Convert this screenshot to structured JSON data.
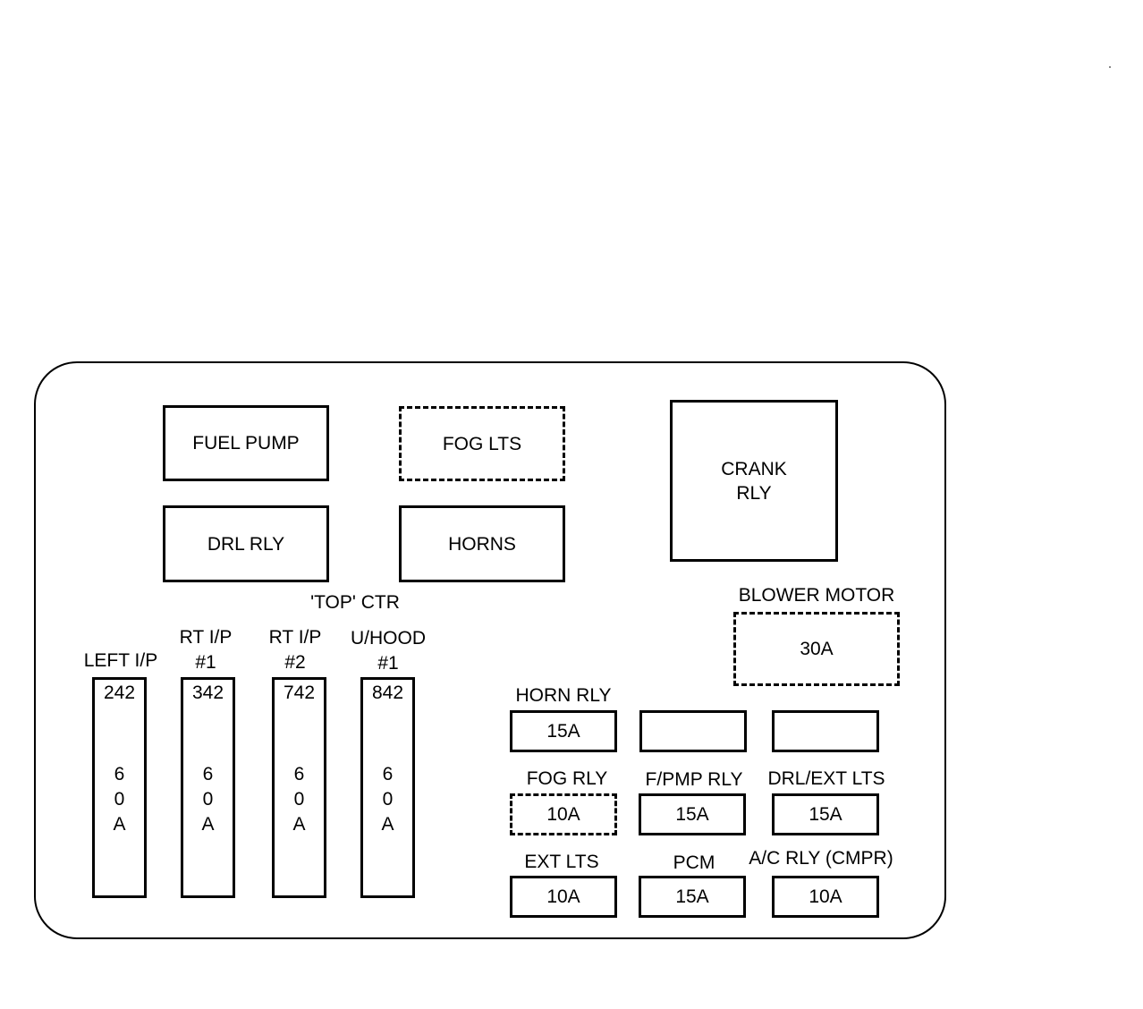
{
  "relays": {
    "fuel_pump": "FUEL PUMP",
    "fog_lts": "FOG LTS",
    "drl_rly": "DRL RLY",
    "horns": "HORNS",
    "crank_rly_line1": "CRANK",
    "crank_rly_line2": "RLY"
  },
  "top_ctr_label": "'TOP'  CTR",
  "maxi_fuses": [
    {
      "label_line1": "LEFT I/P",
      "label_line2": "",
      "number": "242",
      "amp": [
        "6",
        "0",
        "A"
      ]
    },
    {
      "label_line1": "RT I/P",
      "label_line2": "#1",
      "number": "342",
      "amp": [
        "6",
        "0",
        "A"
      ]
    },
    {
      "label_line1": "RT I/P",
      "label_line2": "#2",
      "number": "742",
      "amp": [
        "6",
        "0",
        "A"
      ]
    },
    {
      "label_line1": "U/HOOD",
      "label_line2": "#1",
      "number": "842",
      "amp": [
        "6",
        "0",
        "A"
      ]
    }
  ],
  "blower_motor": {
    "label": "BLOWER MOTOR",
    "rating": "30A"
  },
  "mini_fuses": {
    "horn_rly": {
      "label": "HORN RLY",
      "rating": "15A"
    },
    "empty_1": {
      "label": "",
      "rating": ""
    },
    "empty_2": {
      "label": "",
      "rating": ""
    },
    "fog_rly": {
      "label": "FOG RLY",
      "rating": "10A"
    },
    "fpmp_rly": {
      "label": "F/PMP RLY",
      "rating": "15A"
    },
    "drl_ext_lts": {
      "label": "DRL/EXT LTS",
      "rating": "15A"
    },
    "ext_lts": {
      "label": "EXT LTS",
      "rating": "10A"
    },
    "pcm": {
      "label": "PCM",
      "rating": "15A"
    },
    "ac_rly": {
      "label": "A/C RLY (CMPR)",
      "rating": "10A"
    }
  }
}
